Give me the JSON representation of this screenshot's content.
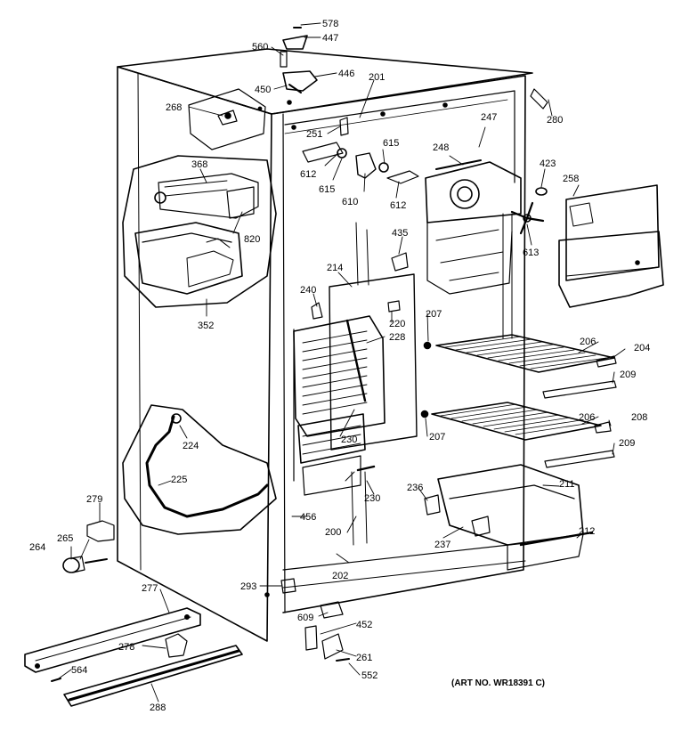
{
  "diagram": {
    "art_number": "(ART NO. WR18391 C)",
    "parts": {
      "p578": "578",
      "p447": "447",
      "p560": "560",
      "p446": "446",
      "p450": "450",
      "p201": "201",
      "p268": "268",
      "p251": "251",
      "p247": "247",
      "p280": "280",
      "p615a": "615",
      "p248": "248",
      "p612a": "612",
      "p615b": "615",
      "p610": "610",
      "p612b": "612",
      "p423": "423",
      "p258": "258",
      "p368": "368",
      "p820": "820",
      "p613": "613",
      "p435": "435",
      "p214": "214",
      "p240": "240",
      "p352": "352",
      "p220": "220",
      "p228": "228",
      "p207a": "207",
      "p206a": "206",
      "p204": "204",
      "p209a": "209",
      "p206b": "206",
      "p208": "208",
      "p207b": "207",
      "p209b": "209",
      "p224": "224",
      "p230a": "230",
      "p225": "225",
      "p236": "236",
      "p211": "211",
      "p230b": "230",
      "p279": "279",
      "p456": "456",
      "p212": "212",
      "p200": "200",
      "p265": "265",
      "p264": "264",
      "p237": "237",
      "p202": "202",
      "p277": "277",
      "p293": "293",
      "p609": "609",
      "p452": "452",
      "p278": "278",
      "p261": "261",
      "p564": "564",
      "p552": "552",
      "p288": "288"
    }
  }
}
